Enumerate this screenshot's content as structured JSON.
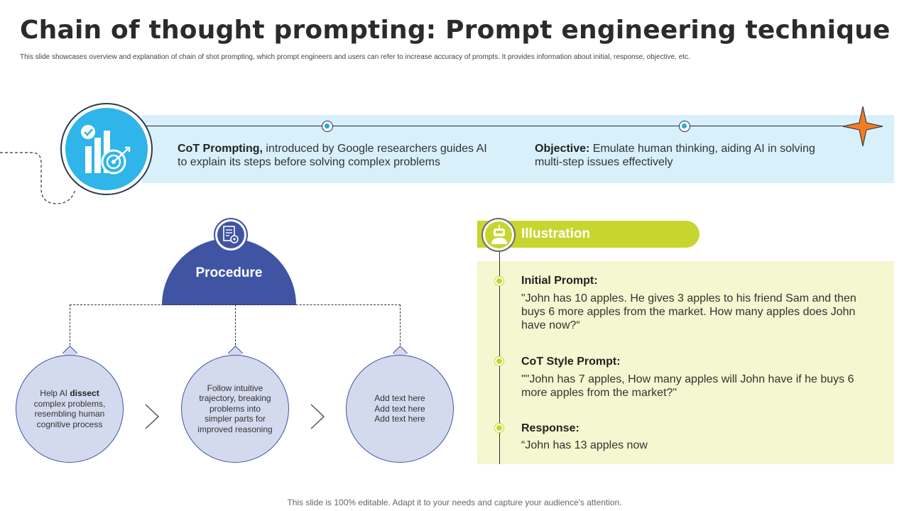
{
  "title": "Chain of thought prompting: Prompt engineering technique",
  "subtitle": "This slide showcases overview and explanation of chain of shot prompting,  which prompt engineers and users can refer to increase accuracy of prompts. It provides information about initial,  response, objective, etc.",
  "overview": {
    "cot_label": "CoT Prompting,",
    "cot_text": " introduced by Google researchers guides AI to explain its steps before solving complex problems",
    "objective_label": "Objective:",
    "objective_text": " Emulate human thinking, aiding AI in solving multi-step  issues effectively"
  },
  "procedure": {
    "label": "Procedure",
    "steps": [
      {
        "pre": "Help AI ",
        "bold": "dissect",
        "post": " complex problems, resembling human cognitive process"
      },
      {
        "pre": "Follow intuitive trajectory, breaking problems into simpler parts for improved reasoning",
        "bold": "",
        "post": ""
      },
      {
        "pre": "Add text here Add text here Add text here",
        "bold": "",
        "post": ""
      }
    ]
  },
  "illustration": {
    "label": "Illustration",
    "items": [
      {
        "heading": "Initial Prompt:",
        "body": "\"John has 10 apples. He gives 3 apples to his friend Sam and then buys 6 more apples from the market. How many apples does John have now?“"
      },
      {
        "heading": "CoT Style Prompt:",
        "body": "\"\"John has 7 apples, How many apples will John have if he buys 6 more apples from the market?\""
      },
      {
        "heading": "Response:",
        "body": "“John has 13 apples now"
      }
    ]
  },
  "footer": "This slide is 100% editable. Adapt it to your needs and capture your audience's attention.",
  "colors": {
    "band": "#d8f0fa",
    "accent_blue": "#2fb5ea",
    "procedure": "#3f54a3",
    "circle_fill": "#d4daee",
    "illustration": "#c7d62e",
    "ill_panel": "#f4f7cf",
    "star": "#f07c22"
  },
  "icons": {
    "logo": "analytics-target-icon",
    "procedure": "document-gear-icon",
    "illustration": "robot-icon",
    "star": "four-point-star-icon",
    "chevron": "chevron-right-icon"
  }
}
